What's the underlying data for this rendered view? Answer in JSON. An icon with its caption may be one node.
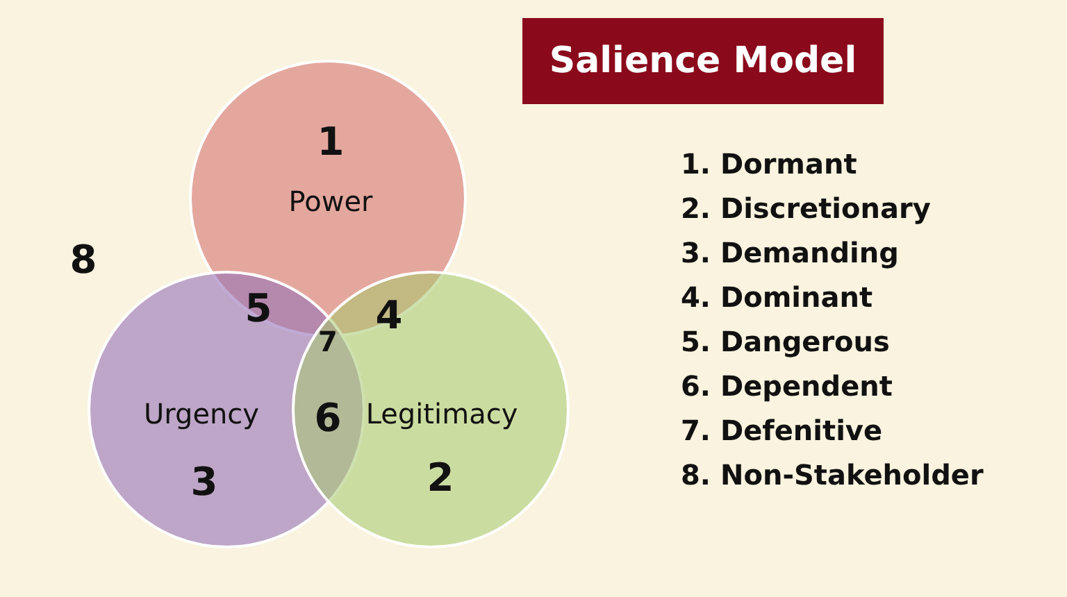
{
  "diagram": {
    "nodes": [
      {
        "text": [
          "Salience Model"
        ]
      },
      {
        "text": [
          "1",
          "Power"
        ]
      },
      {
        "text": [
          "Urgency",
          "3"
        ]
      },
      {
        "text": [
          "Legitimacy",
          "2"
        ]
      }
    ],
    "edges": [],
    "labels": [
      "8",
      "5",
      "4",
      "7",
      "6",
      "1. Dormant",
      "2. Discretionary",
      "3. Demanding",
      "4. Dominant",
      "5. Dangerous",
      "6. Dependent",
      "7. Defenitive",
      "8. Non-Stakeholder"
    ]
  }
}
